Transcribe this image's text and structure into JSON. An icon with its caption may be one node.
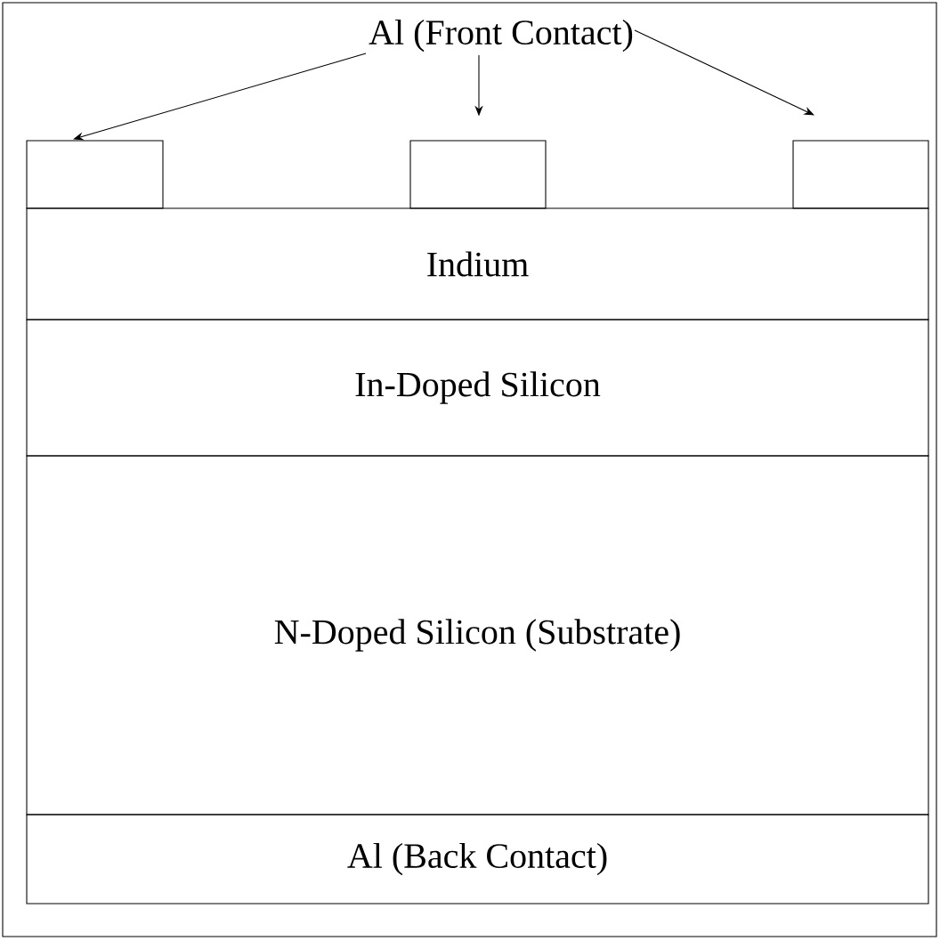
{
  "diagram": {
    "nodes": [
      {
        "text": [
          "Al (Front Contact)"
        ]
      },
      {
        "text": [],
        "shape": "box"
      },
      {
        "text": [],
        "shape": "box"
      },
      {
        "text": [],
        "shape": "box"
      },
      {
        "text": [
          "Indium"
        ]
      },
      {
        "text": [
          "In-Doped Silicon"
        ]
      },
      {
        "text": [
          "N-Doped Silicon (Substrate)"
        ]
      },
      {
        "text": [
          "Al (Back Contact)"
        ]
      }
    ],
    "edges": [
      {
        "from": 0,
        "to": 1,
        "arrow": "to"
      },
      {
        "from": 0,
        "to": 2,
        "arrow": "to"
      },
      {
        "from": 0,
        "to": 3,
        "arrow": "to"
      }
    ]
  }
}
